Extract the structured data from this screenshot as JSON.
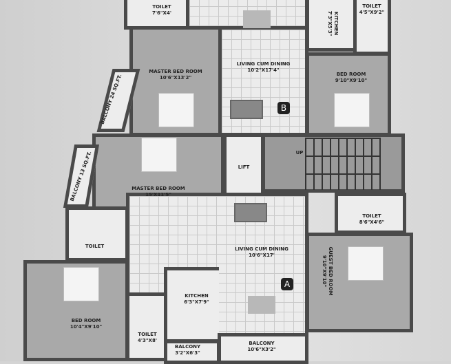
{
  "rooms": {
    "toilet_top_left": {
      "name": "TOILET",
      "size": "7'6\"X4'"
    },
    "master_bed_top": {
      "name": "MASTER BED ROOM",
      "size": "10'6\"X13'2\""
    },
    "living_top": {
      "name": "LIVING CUM DINING",
      "size": "10'2\"X17'4\""
    },
    "kitchen_top": {
      "name": "KITCHEN",
      "size": "7'3\"X5'3\""
    },
    "toilet_top_right": {
      "name": "TOILET",
      "size": "4'5\"X9'2\""
    },
    "bed_top_right": {
      "name": "BED ROOM",
      "size": "9'10\"X9'10\""
    },
    "balcony_24": {
      "name": "BALCONY 24 SQ.FT."
    },
    "master_bed_mid": {
      "name": "MASTER BED ROOM",
      "size": "15'X11'5\""
    },
    "lift": {
      "name": "LIFT"
    },
    "stair": {
      "name": "UP"
    },
    "balcony_13": {
      "name": "BALCONY 13 SQ.FT."
    },
    "toilet_mid_left": {
      "name": "TOILET"
    },
    "toilet_mid_right": {
      "name": "TOILET",
      "size": "8'6\"X4'6\""
    },
    "living_bottom": {
      "name": "LIVING CUM DINING",
      "size": "10'6\"X17'"
    },
    "guest_bed": {
      "name": "GUEST BED ROOM",
      "size": "9'10\"X9'10\""
    },
    "bed_bottom_left": {
      "name": "BED ROOM",
      "size": "10'4\"X9'10\""
    },
    "toilet_bottom": {
      "name": "TOILET",
      "size": "4'3\"X8'"
    },
    "kitchen_bottom": {
      "name": "KITCHEN",
      "size": "6'3\"X7'9\""
    },
    "balcony_small": {
      "name": "BALCONY",
      "size": "3'2\"X6'3\""
    },
    "balcony_bottom": {
      "name": "BALCONY",
      "size": "10'6\"X3'2\""
    }
  },
  "markers": {
    "a": "A",
    "b": "B"
  }
}
